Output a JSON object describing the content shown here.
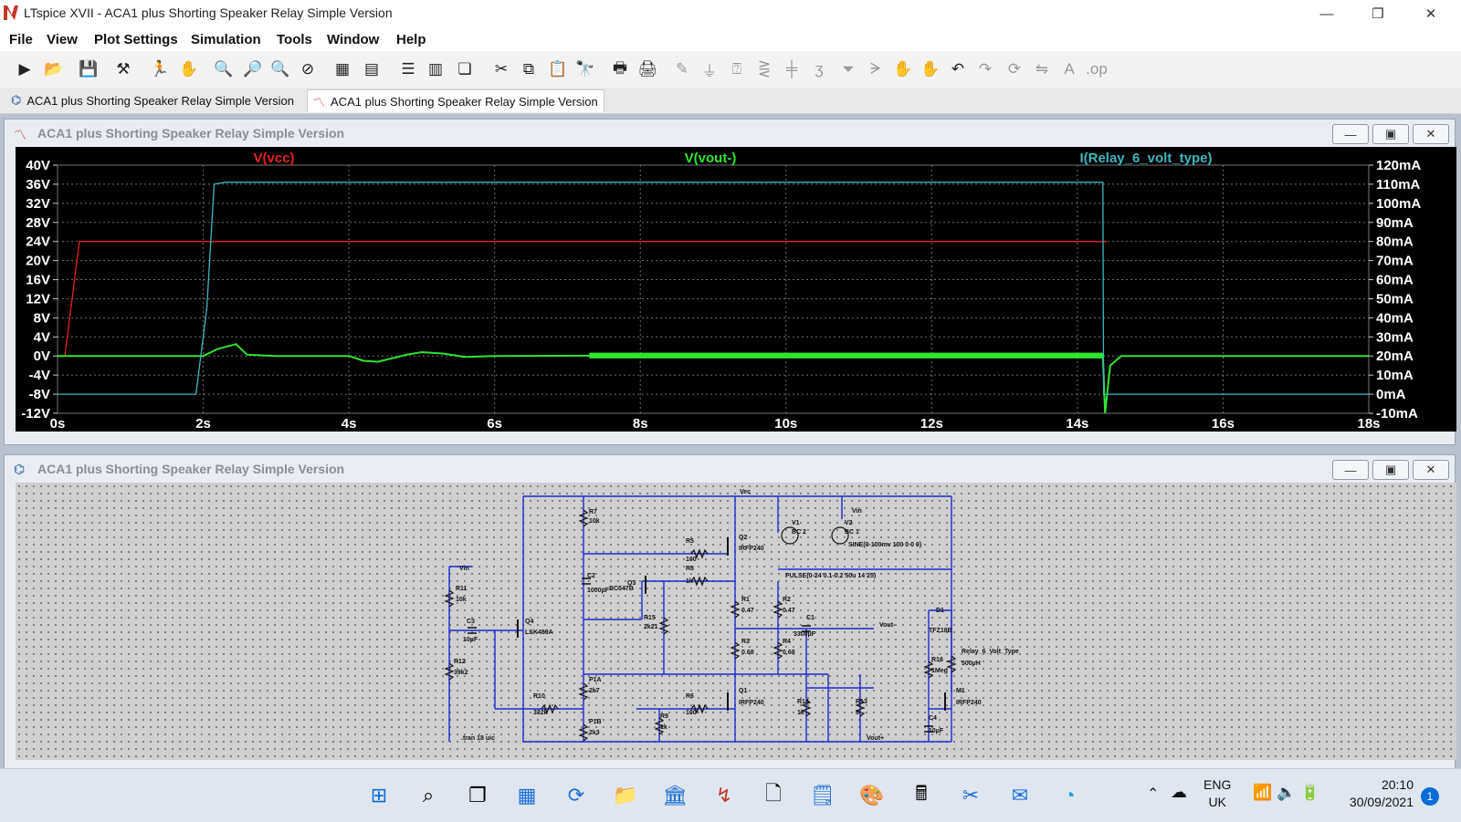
{
  "window": {
    "title": "LTspice XVII - ACA1 plus Shorting Speaker Relay Simple Version",
    "minimize_glyph": "—",
    "restore_glyph": "❐",
    "close_glyph": "✕"
  },
  "menu": [
    "File",
    "View",
    "Plot Settings",
    "Simulation",
    "Tools",
    "Window",
    "Help"
  ],
  "toolbar_icons": [
    "new-schematic",
    "open",
    "save",
    "control-panel",
    "run",
    "halt",
    "zoom-in",
    "zoom-area",
    "zoom-out",
    "zoom-cancel",
    "autorange",
    "plot-settings",
    "tile-horizontal",
    "tile-vertical",
    "cascade",
    "cut",
    "copy",
    "paste",
    "find",
    "print",
    "print-preview",
    "draw-wire",
    "ground",
    "label-net",
    "resistor",
    "capacitor",
    "inductor",
    "diode",
    "component",
    "move",
    "drag",
    "undo",
    "redo",
    "rotate",
    "mirror",
    "text",
    "spice-directive"
  ],
  "tabs": [
    {
      "label": "ACA1 plus Shorting Speaker Relay Simple Version",
      "icon": "schematic-icon"
    },
    {
      "label": "ACA1 plus Shorting Speaker Relay Simple Version",
      "icon": "waveform-icon"
    }
  ],
  "plot_window": {
    "title": "ACA1 plus Shorting Speaker Relay Simple Version"
  },
  "schematic_window": {
    "title": "ACA1 plus Shorting Speaker Relay Simple Version"
  },
  "chart_data": {
    "type": "line",
    "background": "#000000",
    "grid": true,
    "xlabel_ticks": [
      "0s",
      "2s",
      "4s",
      "6s",
      "8s",
      "10s",
      "12s",
      "14s",
      "16s",
      "18s"
    ],
    "xlim": [
      0,
      18
    ],
    "left_axis_ticks": [
      "40V",
      "36V",
      "32V",
      "28V",
      "24V",
      "20V",
      "16V",
      "12V",
      "8V",
      "4V",
      "0V",
      "-4V",
      "-8V",
      "-12V"
    ],
    "left_ylim": [
      -12,
      40
    ],
    "right_axis_ticks": [
      "120mA",
      "110mA",
      "100mA",
      "90mA",
      "80mA",
      "70mA",
      "60mA",
      "50mA",
      "40mA",
      "30mA",
      "20mA",
      "10mA",
      "0mA",
      "-10mA"
    ],
    "right_ylim": [
      -10,
      120
    ],
    "series": [
      {
        "name": "V(vcc)",
        "color": "#e8201e",
        "axis": "left",
        "x": [
          0.1,
          0.3,
          14.4
        ],
        "y": [
          0,
          24,
          24
        ]
      },
      {
        "name": "V(vout-)",
        "color": "#2fe52f",
        "axis": "left",
        "x": [
          0,
          2.0,
          2.2,
          2.45,
          2.6,
          3.0,
          4.0,
          4.2,
          4.4,
          4.8,
          5.0,
          5.3,
          5.6,
          6.0,
          8.0,
          10.0,
          12.0,
          14.35,
          14.38,
          14.45,
          14.6,
          16.0,
          18.0
        ],
        "y": [
          0,
          0,
          1.5,
          2.5,
          0.3,
          0,
          0,
          -1.0,
          -1.2,
          0.3,
          0.8,
          0.5,
          -0.2,
          0,
          0.1,
          0,
          0.1,
          0.2,
          -12,
          -2,
          0,
          0,
          0
        ]
      },
      {
        "name": "I(Relay_6_volt_type)",
        "color": "#3fb6bf",
        "axis": "right",
        "x": [
          0,
          1.9,
          2.05,
          2.15,
          2.3,
          2.5,
          14.35,
          14.36,
          18.0
        ],
        "y": [
          0,
          0,
          45,
          110,
          111,
          111,
          111,
          0,
          0
        ]
      }
    ]
  },
  "schematic_labels": [
    "Vec",
    "R7",
    "10k",
    "V1",
    "BC 2",
    "V2",
    "BC 1",
    "Vin",
    "SINE(0-100mv 100 0 0 0)",
    "Q2",
    "IRFP240",
    "R5",
    "100",
    "PULSE(0-24 0.1-0.2 50u 14 25)",
    "R8",
    "1k",
    "Q3",
    "BC547B",
    "C2",
    "1000µF",
    "Vin",
    "R11",
    "10k",
    "Q4",
    "LSK489A",
    "C3",
    "10µF",
    "R15",
    "2k21",
    "R1",
    "0.47",
    "R2",
    "0.47",
    "C1",
    "3300µF",
    "Vout-",
    "D1",
    "TFZ18B",
    "Relay_6_Volt_Type",
    "500µH",
    "R12",
    "39k2",
    "R3",
    "0.68",
    "R4",
    "0.68",
    "R16",
    "1Meg",
    "P1A",
    "2k7",
    "M1",
    "IRFP240",
    "R10",
    "332k",
    "R6",
    "100",
    "Q1",
    "IRFP240",
    "R14",
    "1k",
    "R13",
    "8",
    "C4",
    "10µF",
    "R9",
    "1k",
    "P1B",
    "2k3",
    "Vout+",
    ".tran 18 uic"
  ],
  "taskbar": {
    "apps": [
      "windows-start",
      "search",
      "task-view",
      "widgets",
      "refresh-app",
      "file-explorer",
      "bank-app",
      "ltspice",
      "notes",
      "notepad",
      "paint",
      "calculator",
      "snipping-tool",
      "mail",
      "edge"
    ],
    "language": "ENG",
    "region": "UK",
    "time": "20:10",
    "date": "30/09/2021",
    "notification_count": "1"
  }
}
